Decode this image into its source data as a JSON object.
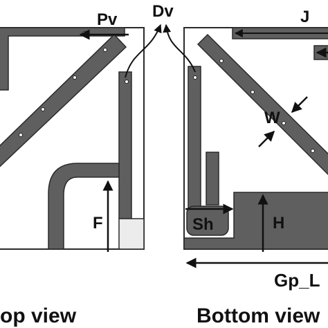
{
  "labels": {
    "pv": "Pv",
    "dv": "Dv",
    "j": "J",
    "w": "W",
    "f": "F",
    "sh": "Sh",
    "h": "H",
    "gp_l": "Gp_L",
    "top_view": "op view",
    "bottom_view": "Bottom view"
  },
  "colors": {
    "trace": "#5f5f5f",
    "outline": "#2a2a2a",
    "arrow": "#111111",
    "substrate": "#ffffff"
  }
}
